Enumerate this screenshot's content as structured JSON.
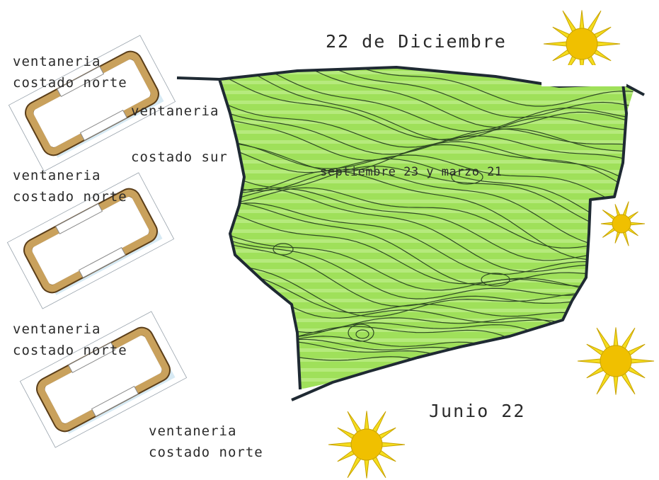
{
  "labels": {
    "december": "22 de Diciembre",
    "june": "Junio 22",
    "equinox": "septiembre 23 y marzo 21",
    "room1_north_a": "ventaneria",
    "room1_north_b": "costado norte",
    "room1_south_a": "ventaneria",
    "room1_south_b": "costado sur",
    "room2_north_a": "ventaneria",
    "room2_north_b": "costado norte",
    "room3_north_a": "ventaneria",
    "room3_north_b": "costado norte",
    "room3_bottom_a": "ventaneria",
    "room3_bottom_b": "costado norte"
  },
  "colors": {
    "terrain_fill": "#9fe05a",
    "terrain_stripe": "#c8f29a",
    "contour": "#2f4a24",
    "outline": "#1f2a33",
    "sun": "#f5dd1e",
    "sun_core": "#f0c000",
    "wall": "#c9a15c",
    "window": "#ffffff",
    "floor_shade": "#d7eaf4"
  },
  "icons": {
    "sun": "sun-icon",
    "room": "room-plan-icon"
  }
}
